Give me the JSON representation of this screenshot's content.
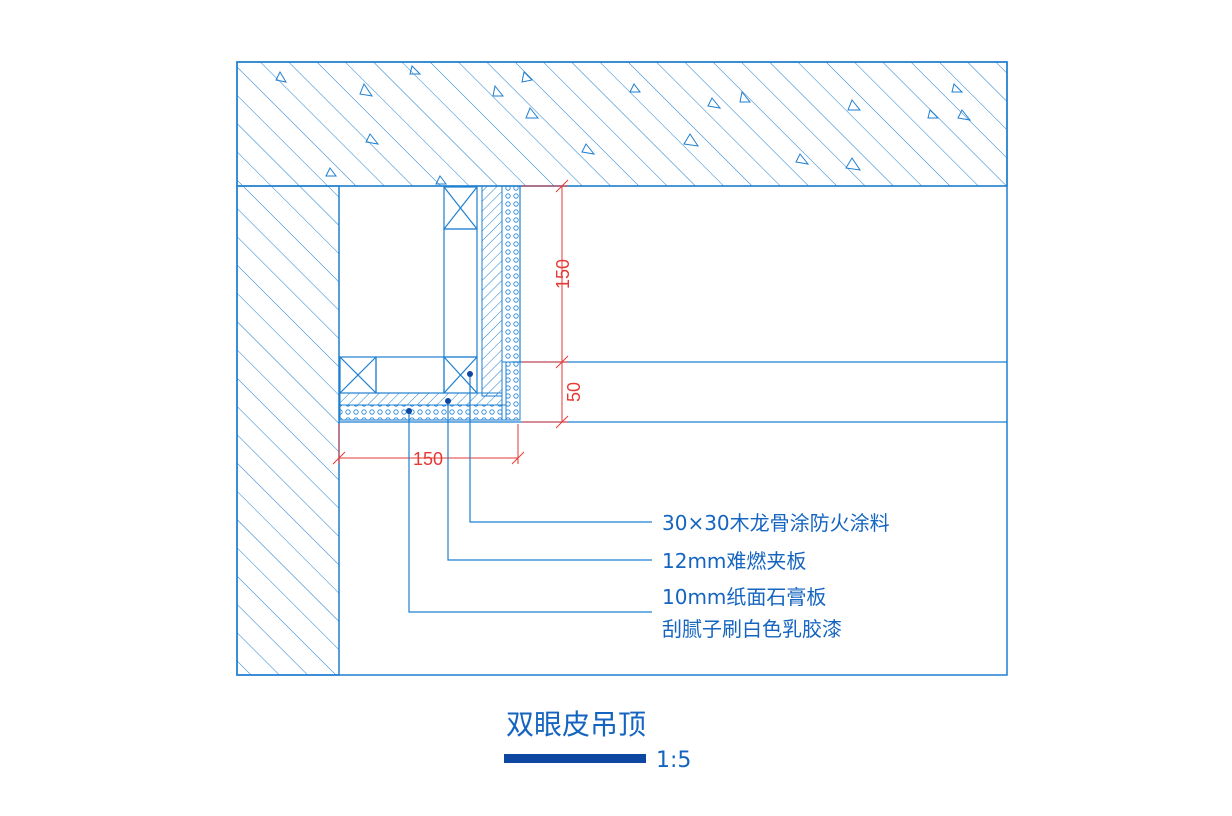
{
  "drawing": {
    "title": "双眼皮吊顶",
    "scale": "1:5",
    "line_color": "#1e7fd0",
    "dimension_color": "#e53935",
    "title_bar_color": "#0d47a1"
  },
  "dimensions": {
    "vertical_upper": "150",
    "vertical_lower": "50",
    "horizontal": "150"
  },
  "callouts": {
    "keel": "30×30木龙骨涂防火涂料",
    "board": "12mm难燃夹板",
    "gypsum_line1": "10mm纸面石膏板",
    "gypsum_line2": "刮腻子刷白色乳胶漆"
  }
}
